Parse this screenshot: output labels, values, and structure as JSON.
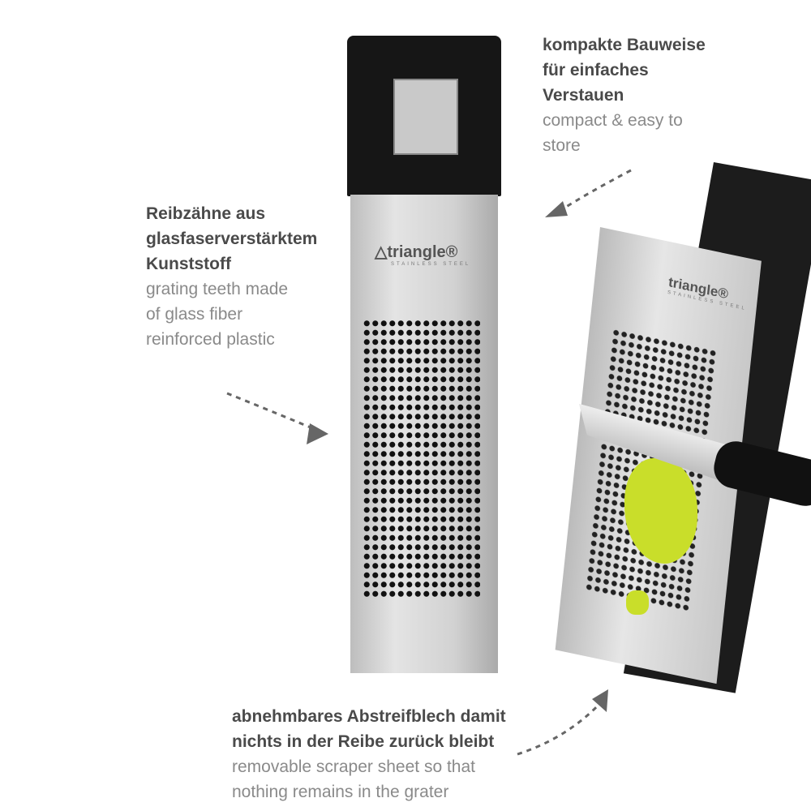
{
  "callouts": {
    "top_right": {
      "de": [
        "kompakte Bauweise",
        "für einfaches",
        "Verstauen"
      ],
      "en": [
        "compact & easy to",
        "store"
      ]
    },
    "left": {
      "de": [
        "Reibzähne aus",
        "glasfaserverstärktem",
        "Kunststoff"
      ],
      "en": [
        "grating teeth made",
        "of glass fiber",
        "reinforced plastic"
      ]
    },
    "bottom": {
      "de": [
        "abnehmbares Abstreifblech damit",
        "nichts in der Reibe zurück bleibt"
      ],
      "en": [
        "removable scraper sheet so that",
        "nothing remains in the grater"
      ]
    }
  },
  "brand": {
    "name": "triangle®",
    "sub": "STAINLESS STEEL"
  },
  "colors": {
    "accent_food": "#c9de2a",
    "handle": "#161616"
  }
}
